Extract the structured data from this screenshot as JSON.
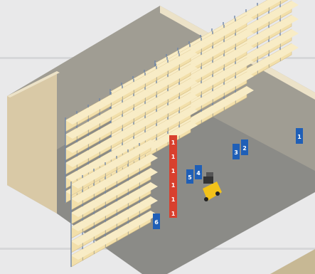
{
  "scene": {
    "description_labels": {
      "aisle_numbers": [
        "1",
        "2",
        "3",
        "4",
        "5",
        "6"
      ],
      "red_markers": [
        "1",
        "1",
        "1",
        "1",
        "1",
        "1"
      ]
    },
    "colors": {
      "page_background": "#e9e9ea",
      "band_stripe": "#d6d7d9",
      "floor": "#8b8b87",
      "wall_face": "#d9c9a6",
      "wall_top": "#ece2c8",
      "rack_upright": "#6f86a8",
      "carton": "#f2dfaa",
      "carton_shadow": "#d5bd83",
      "aisle_sign_blue": "#1f5fb7",
      "marker_red": "#d8402e",
      "forklift_yellow": "#f2c21a"
    }
  }
}
